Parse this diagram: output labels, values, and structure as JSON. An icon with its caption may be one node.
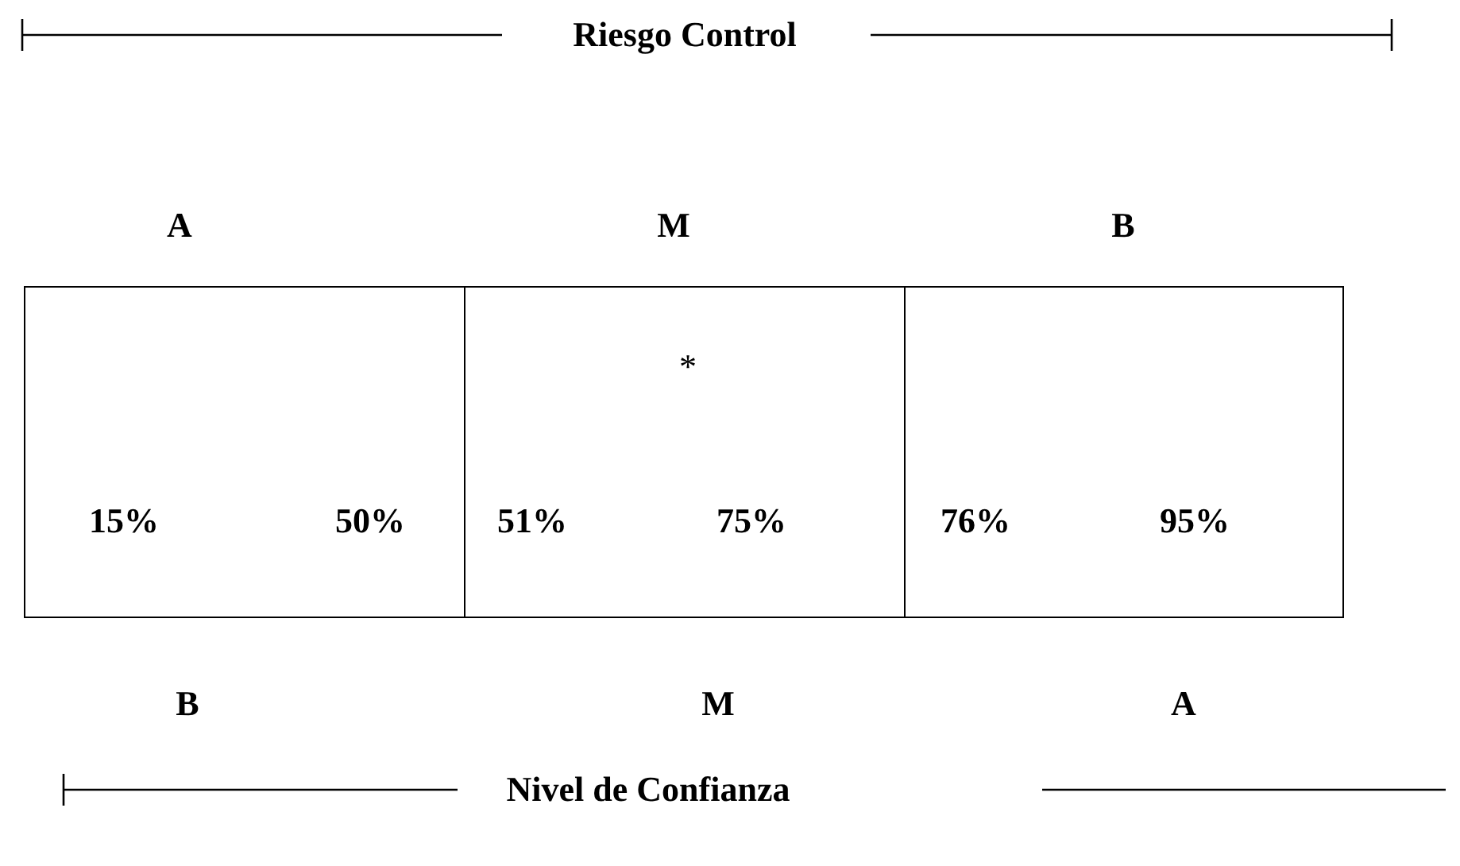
{
  "diagram": {
    "nodes": [
      {
        "text": [
          "15%",
          "50%"
        ]
      },
      {
        "text": [
          "*",
          "51%",
          "75%"
        ]
      },
      {
        "text": [
          "76%",
          "95%"
        ]
      }
    ],
    "labels": [
      "Riesgo Control",
      "A",
      "M",
      "B",
      "B",
      "M",
      "A",
      "Nivel de Confianza"
    ]
  }
}
